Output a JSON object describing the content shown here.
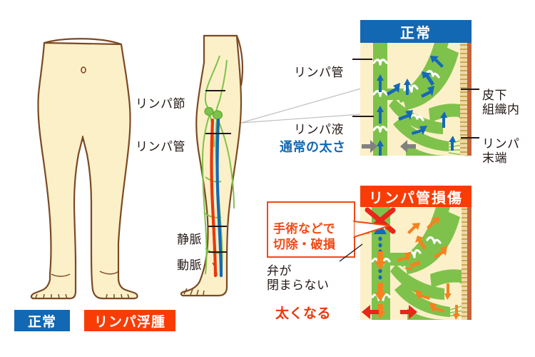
{
  "figure": {
    "title_alt": "リンパ浮腫の仕組み",
    "colors": {
      "skin_fill": "#FCF0C8",
      "skin_outline": "#7B4A24",
      "lymph_green": "#7FC24B",
      "lymph_green_dark": "#5FA832",
      "artery_red": "#E8380D",
      "vein_blue": "#1568B8",
      "normal_blue": "#1268B3",
      "damage_red": "#F93C06",
      "arrow_gray": "#808080",
      "arrow_orange": "#F58220",
      "skin_band": "#C4643C",
      "panel_bg": "#FCF0C8"
    }
  },
  "left_figure": {
    "name": "front-body-legs",
    "status_labels": [
      {
        "id": "normal",
        "text": "正常",
        "style": "blue"
      },
      {
        "id": "lymphedema",
        "text": "リンパ浮腫",
        "style": "red"
      }
    ]
  },
  "leg_figure": {
    "name": "side-leg-vessels",
    "callouts": [
      {
        "id": "lymph-node",
        "text": "リンパ節"
      },
      {
        "id": "lymph-vessel",
        "text": "リンパ管"
      },
      {
        "id": "vein",
        "text": "静脈"
      },
      {
        "id": "artery",
        "text": "動脈"
      }
    ]
  },
  "panel_normal": {
    "header": "正常",
    "labels": {
      "lymph_vessel": "リンパ管",
      "lymph_fluid": "リンパ液",
      "thickness": "通常の太さ",
      "subcutaneous": "皮下\n組織内",
      "lymph_terminal": "リンパ\n末端"
    }
  },
  "panel_damaged": {
    "header": "リンパ管損傷",
    "labels": {
      "surgery_callout": "手術などで\n切除・破損",
      "valve": "弁が\n閉まらない",
      "thickness": "太くなる"
    }
  }
}
